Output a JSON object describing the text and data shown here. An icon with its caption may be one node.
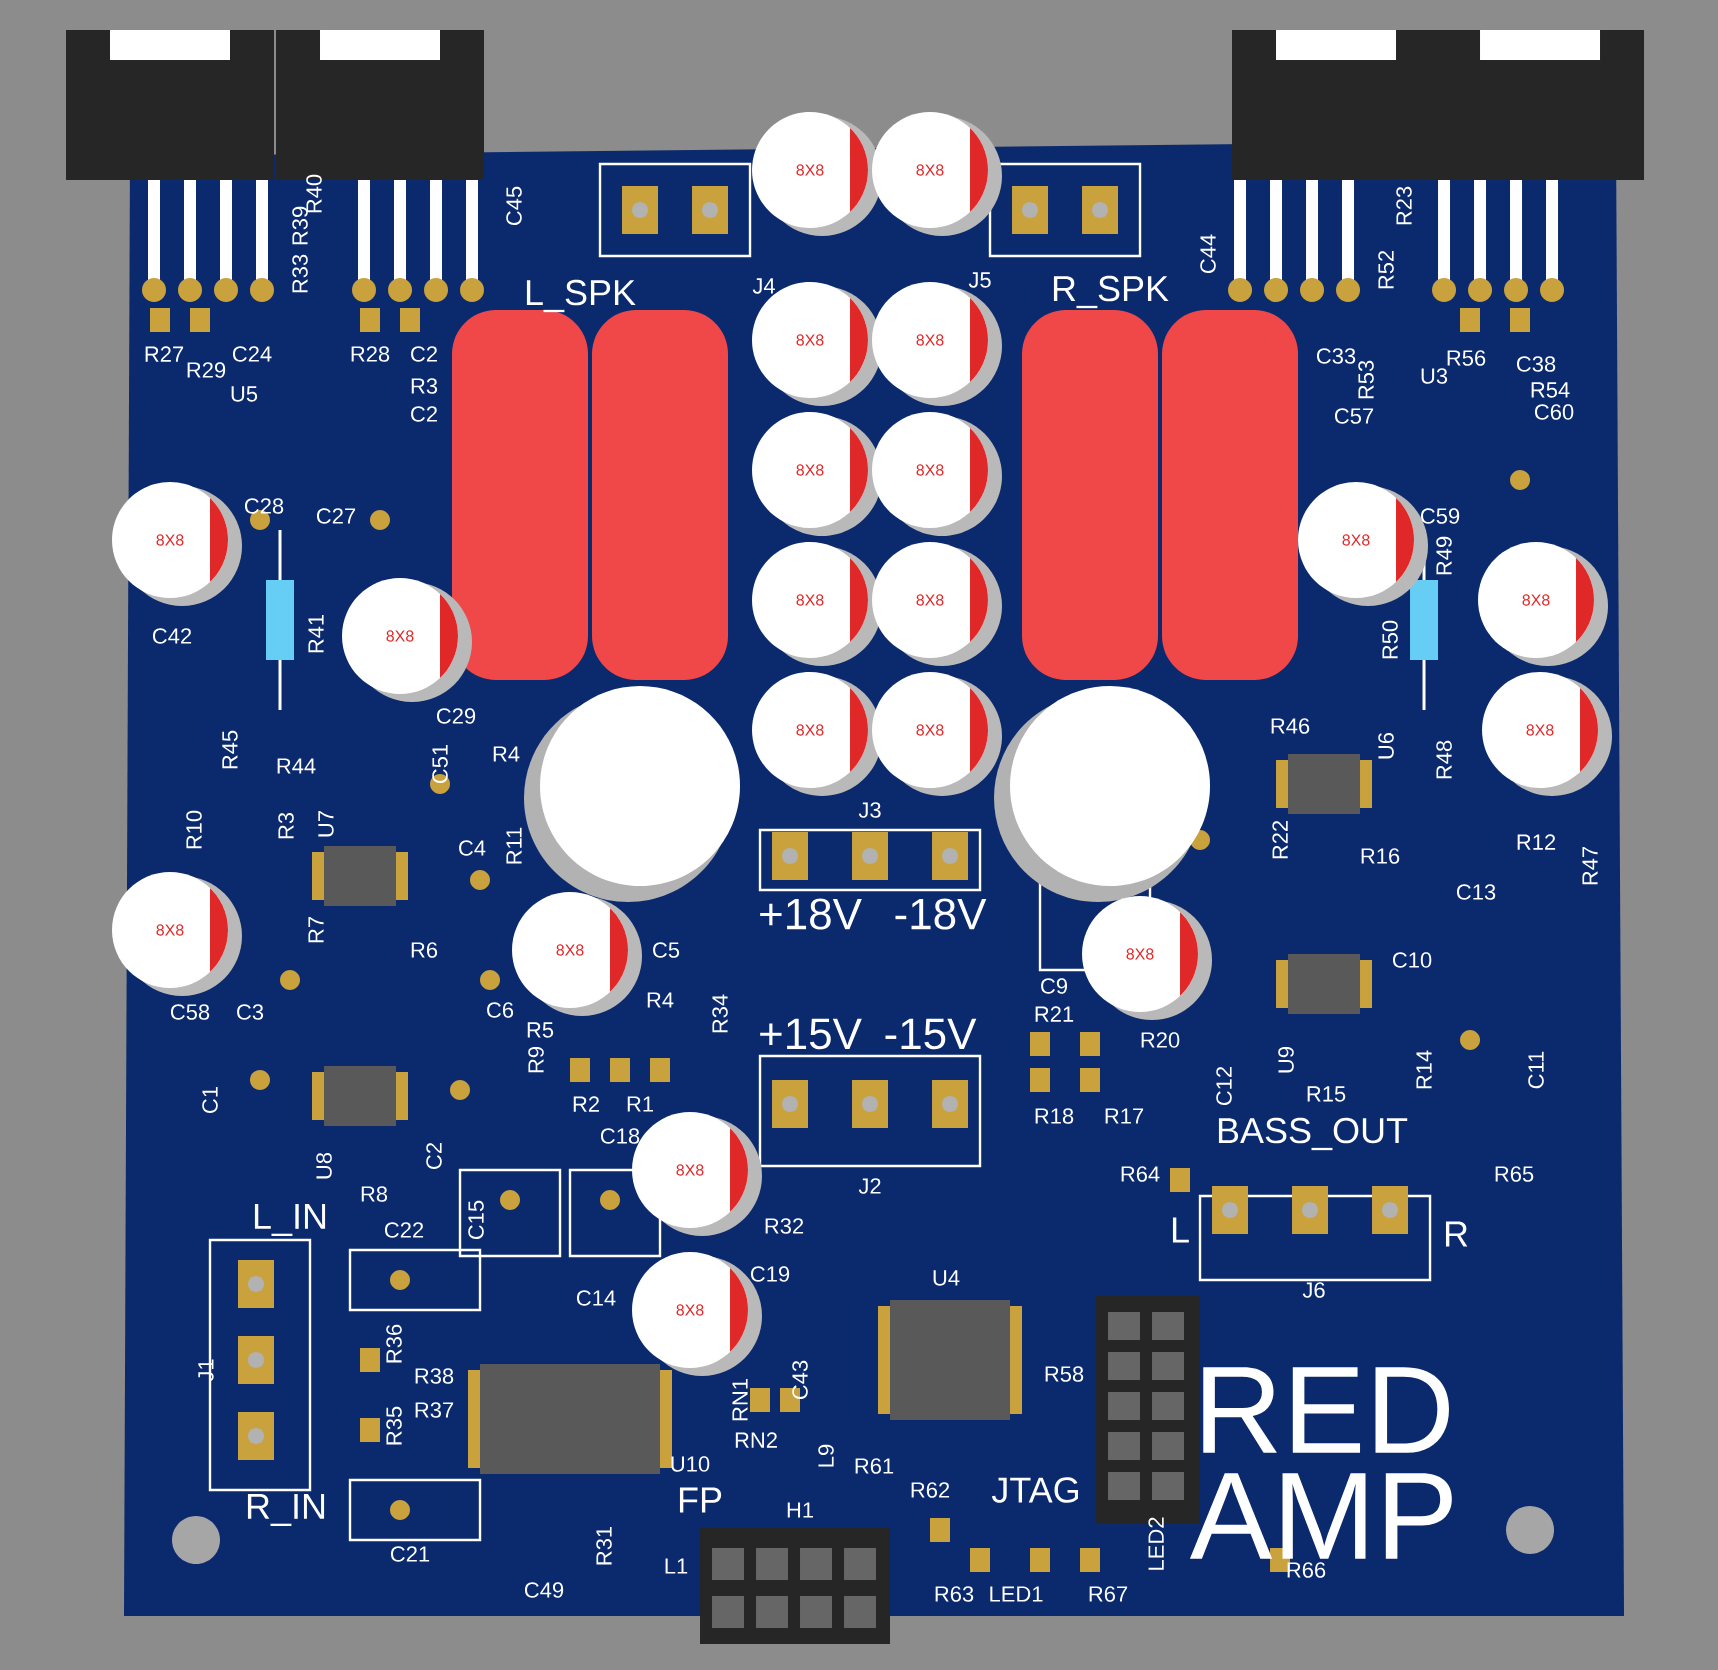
{
  "diagram": {
    "labels": [
      "R39",
      "R40",
      "C45",
      "8X8",
      "8X8",
      "R23",
      "R33",
      "L_SPK",
      "J4",
      "J5",
      "R_SPK",
      "C44",
      "R52",
      "R27",
      "R29",
      "C24",
      "R28",
      "C2",
      "8X8",
      "8X8",
      "C33",
      "R53",
      "R56",
      "C38",
      "U5",
      "R3",
      "U3",
      "R54",
      "C2",
      "C57",
      "C60",
      "8X8",
      "8X8",
      "C28",
      "C27",
      "C59",
      "8X8",
      "8X8",
      "R49",
      "8X8",
      "8X8",
      "8X8",
      "C42",
      "R41",
      "8X8",
      "R50",
      "C29",
      "8X8",
      "8X8",
      "R46",
      "8X8",
      "R45",
      "R44",
      "C51",
      "R4",
      "U6",
      "R48",
      "R10",
      "R3",
      "U7",
      "C4",
      "R11",
      "J3",
      "R22",
      "R16",
      "R12",
      "R47",
      "C13",
      "8X8",
      "R7",
      "R6",
      "8X8",
      "C5",
      "+18V",
      "-18V",
      "8X8",
      "C10",
      "C9",
      "C58",
      "C3",
      "C6",
      "R4",
      "R34",
      "R21",
      "R5",
      "+15V",
      "-15V",
      "R20",
      "C1",
      "R9",
      "R2",
      "R1",
      "R18",
      "R17",
      "C12",
      "U9",
      "R15",
      "R14",
      "C11",
      "C18",
      "BASS_OUT",
      "U8",
      "R8",
      "C2",
      "8X8",
      "J2",
      "R64",
      "R65",
      "L_IN",
      "C22",
      "C15",
      "R32",
      "L",
      "R",
      "C14",
      "8X8",
      "C19",
      "U4",
      "J6",
      "J1",
      "R36",
      "R38",
      "C43",
      "R58",
      "R35",
      "R37",
      "RN1",
      "RED",
      "U10",
      "RN2",
      "L9",
      "R61",
      "R_IN",
      "FP",
      "H1",
      "R62",
      "JTAG",
      "AMP",
      "C21",
      "R31",
      "L1",
      "LED2",
      "R66",
      "C49",
      "R63",
      "LED1",
      "R67"
    ]
  }
}
